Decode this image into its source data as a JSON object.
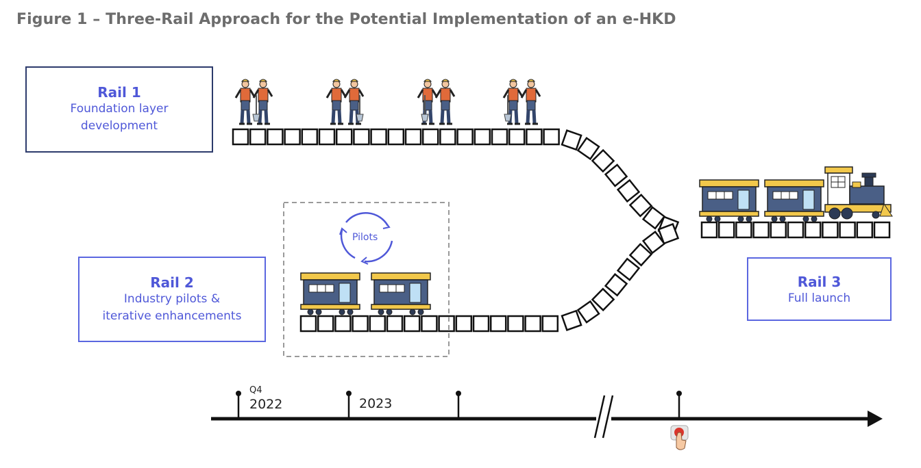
{
  "figure": {
    "title": "Figure 1 – Three-Rail Approach for the Potential Implementation of an e-HKD"
  },
  "rails": [
    {
      "name": "Rail 1",
      "desc_line1": "Foundation layer",
      "desc_line2": "development"
    },
    {
      "name": "Rail 2",
      "desc_line1": "Industry pilots &",
      "desc_line2": "iterative enhancements"
    },
    {
      "name": "Rail 3",
      "desc_line1": "Full launch",
      "desc_line2": ""
    }
  ],
  "pilots": {
    "label": "Pilots"
  },
  "timeline": {
    "marks": [
      {
        "quarter": "Q4",
        "year": "2022"
      },
      {
        "quarter": "",
        "year": "2023"
      }
    ]
  },
  "colors": {
    "rail_border": "#4f58d8",
    "text_accent": "#4f58d8",
    "track": "#111111",
    "train_body": "#4a5f86",
    "train_roof": "#f2c84b",
    "button_red": "#d9352b"
  },
  "icons": [
    "worker-icon",
    "railway-carriage-icon",
    "locomotive-icon",
    "cycle-arrows-icon",
    "push-button-icon"
  ]
}
